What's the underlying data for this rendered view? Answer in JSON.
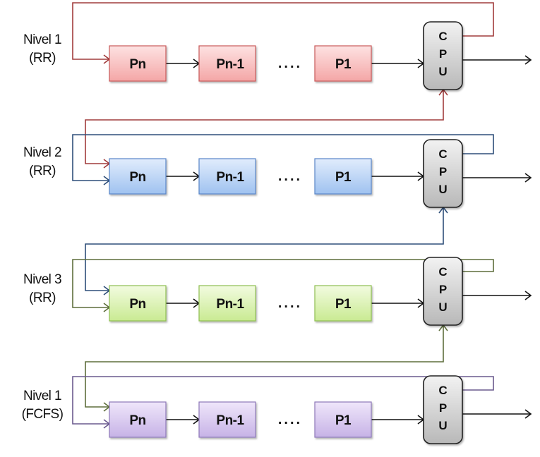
{
  "diagram": {
    "title": "",
    "levels": [
      {
        "id": "level-1-rr",
        "name": "Nivel 1",
        "policy": "(RR)",
        "color": "#a13c3c",
        "fill_top": "#fde2e2",
        "fill_bottom": "#f4a6a6",
        "border": "#c85a5a",
        "processes": [
          "Pn",
          "Pn-1",
          "P1"
        ],
        "ellipsis": "....",
        "cpu_label": [
          "C",
          "P",
          "U"
        ]
      },
      {
        "id": "level-2-rr",
        "name": "Nivel 2",
        "policy": "(RR)",
        "color": "#2f4f7a",
        "fill_top": "#e1ecfc",
        "fill_bottom": "#9fc2f0",
        "border": "#5a86c8",
        "processes": [
          "Pn",
          "Pn-1",
          "P1"
        ],
        "ellipsis": "....",
        "cpu_label": [
          "C",
          "P",
          "U"
        ]
      },
      {
        "id": "level-3-rr",
        "name": "Nivel 3",
        "policy": "(RR)",
        "color": "#5e6e3c",
        "fill_top": "#f2fbe0",
        "fill_bottom": "#c9ea92",
        "border": "#8fbf52",
        "processes": [
          "Pn",
          "Pn-1",
          "P1"
        ],
        "ellipsis": "....",
        "cpu_label": [
          "C",
          "P",
          "U"
        ]
      },
      {
        "id": "level-4-fcfs",
        "name": "Nivel 1",
        "policy": "(FCFS)",
        "color": "#6a5a8e",
        "fill_top": "#efe6fa",
        "fill_bottom": "#c6b2e6",
        "border": "#8e78b8",
        "processes": [
          "Pn",
          "Pn-1",
          "P1"
        ],
        "ellipsis": "....",
        "cpu_label": [
          "C",
          "P",
          "U"
        ]
      }
    ],
    "cpu_colors": {
      "fill_top": "#f2f2f2",
      "fill_bottom": "#b8b8b8",
      "border": "#222222"
    },
    "flow_color": "#111111"
  }
}
